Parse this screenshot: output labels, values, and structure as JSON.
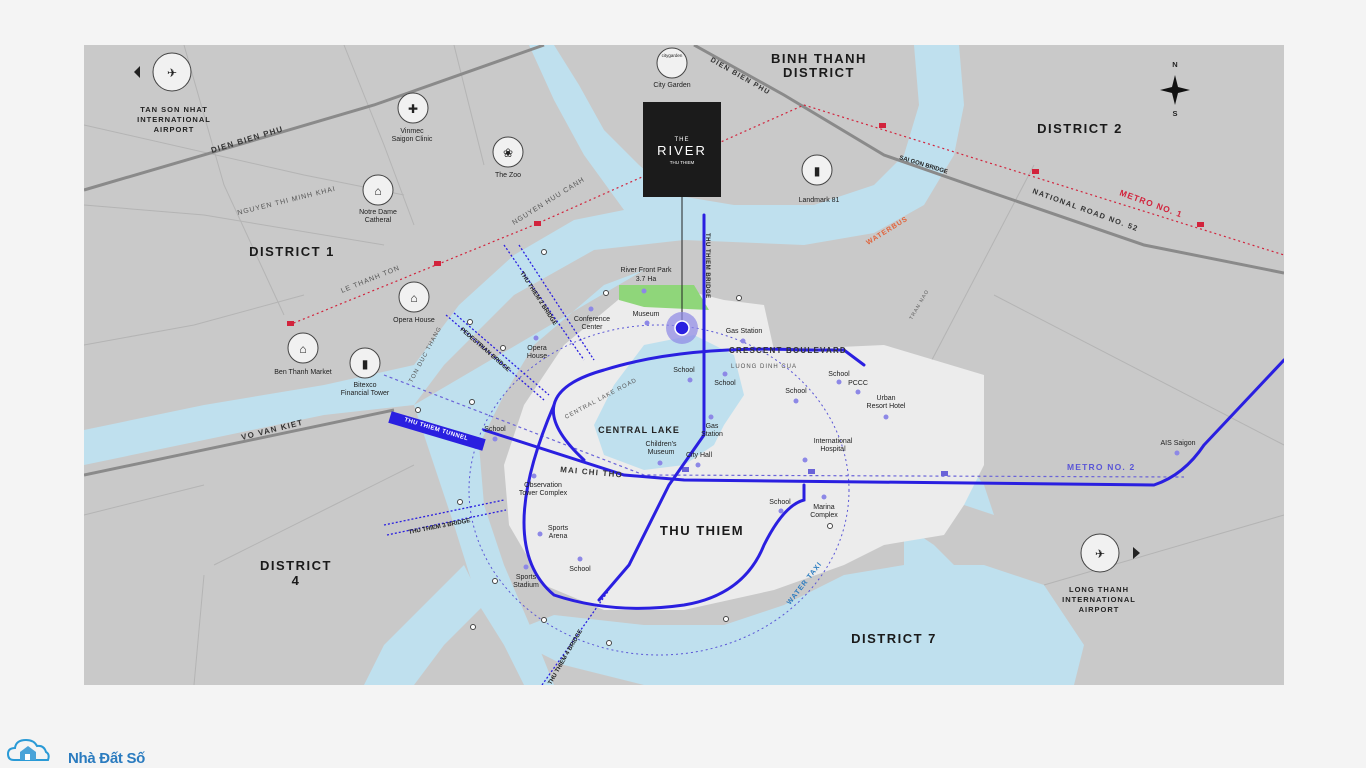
{
  "districts": {
    "binh_thanh_1": "BINH THANH",
    "binh_thanh_2": "DISTRICT",
    "d2": "DISTRICT 2",
    "d1": "DISTRICT 1",
    "d4_1": "DISTRICT",
    "d4_2": "4",
    "d7": "DISTRICT 7",
    "thu_thiem": "THU THIEM"
  },
  "compass": {
    "n": "N",
    "s": "S"
  },
  "project": {
    "line1": "THE",
    "line2": "RIVER",
    "line3": "THU THIEM"
  },
  "airports": {
    "tsn": [
      "TAN SON NHAT",
      "INTERNATIONAL",
      "AIRPORT"
    ],
    "lt": [
      "LONG THANH",
      "INTERNATIONAL",
      "AIRPORT"
    ]
  },
  "landmarks": {
    "city_garden": "City Garden",
    "city_garden_logo": "citygarden",
    "vinmec": [
      "Vinmec",
      "Saigon Clinic"
    ],
    "zoo": "The Zoo",
    "notre_dame": [
      "Notre Dame",
      "Catheral"
    ],
    "opera_house_d1": "Opera House",
    "ben_thanh": "Ben Thanh Market",
    "bitexco": [
      "Bitexco",
      "Financial Tower"
    ],
    "landmark81": "Landmark 81",
    "river_park": [
      "River Front Park",
      "3.7 Ha"
    ],
    "conference": [
      "Conference",
      "Center"
    ],
    "museum": "Museum",
    "opera_house": [
      "Opera",
      "House"
    ],
    "gas1": "Gas Station",
    "school1": "School",
    "school2": "School",
    "school3": "School",
    "school4": "School",
    "pccc": "PCCC",
    "urban_hotel": [
      "Urban",
      "Resort Hotel"
    ],
    "gas2": [
      "Gas",
      "Station"
    ],
    "childrens_museum": [
      "Children's",
      "Museum"
    ],
    "city_hall": "City Hall",
    "intl_hospital": [
      "International",
      "Hospital"
    ],
    "school_west": "School",
    "observation": [
      "Observation",
      "Tower Complex"
    ],
    "sports_arena": [
      "Sports",
      "Arena"
    ],
    "school_south": "School",
    "sports_stadium": [
      "Sports",
      "Stadium"
    ],
    "school_se": "School",
    "marina": [
      "Marina",
      "Complex"
    ],
    "ais": "AIS Saigon",
    "central_lake": "CENTRAL LAKE"
  },
  "roads": {
    "dien_bien_phu_w": "DIEN BIEN PHU",
    "dien_bien_phu_n": "DIEN BIEN PHU",
    "nguyen_thi_minh_khai": "NGUYEN THI MINH KHAI",
    "nguyen_huu_canh": "NGUYEN HUU CANH",
    "le_thanh_ton": "LE THANH TON",
    "ton_duc_thang": "TON DUC THANG",
    "vo_van_kiet": "VO VAN KIET",
    "thu_thiem_tunnel": "THU THIEM TUNNEL",
    "thu_thiem_bridge": "THU THIEM BRIDGE",
    "thu_thiem_2_bridge": "THU THIEM 2 BRIDGE",
    "pedestrian_bridge": "PEDESTRIAN BRIDGE",
    "thu_thiem_3_bridge": "THU THIEM 3 BRIDGE",
    "thu_thiem_4_bridge": "THU THIEM 4 BRIDGE",
    "crescent": "CRESCENT BOULEVARD",
    "luong_dinh_cua": "LUONG DINH CUA",
    "central_lake_road": "CENTRAL LAKE ROAD",
    "mai_chi_tho": "MAI CHI THO",
    "tran_nao": "TRAN NAO",
    "saigon_bridge": "SAI GON BRIDGE",
    "national_road": "NATIONAL ROAD NO. 52",
    "metro1": "METRO NO. 1",
    "metro2": "METRO NO. 2",
    "waterbus": "WATERBUS",
    "water_taxi": "WATER TAXI"
  },
  "brand": {
    "name": "Nhà Đất Số"
  },
  "colors": {
    "river": "#bfe0ee",
    "land": "#c9c9c9",
    "peninsula": "#ececec",
    "main_road": "#2a1fe0",
    "metro1": "#d2233c",
    "metro2": "#6a63d8"
  }
}
